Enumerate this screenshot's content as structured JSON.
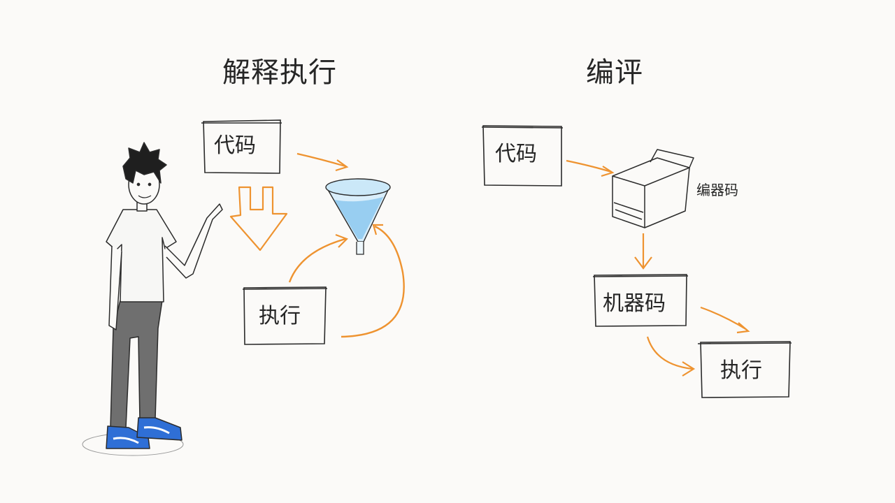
{
  "interpret": {
    "title": "解释执行",
    "code_label": "代码",
    "exec_label": "执行"
  },
  "compile": {
    "title": "编评",
    "code_label": "代码",
    "compiler_label": "编器码",
    "machine_code_label": "机器码",
    "exec_label": "执行"
  },
  "colors": {
    "arrow": "#ee9330",
    "ink": "#2b2b2b",
    "water": "#8cc8ee",
    "shoes": "#2f6fd6",
    "pants": "#6f6f6f"
  }
}
